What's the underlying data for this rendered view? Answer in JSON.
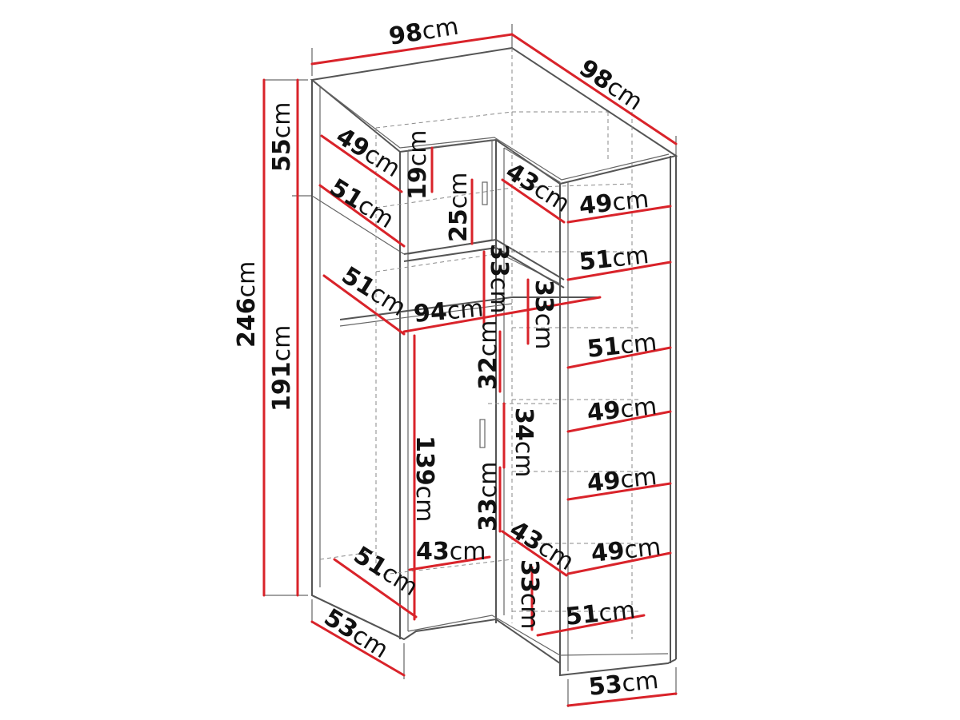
{
  "colors": {
    "dimension_line": "#d9232a",
    "edges": "#555555",
    "hidden_lines": "#8a8a8a",
    "text": "#111111"
  },
  "unit": "cm",
  "dimensions": {
    "top_width_left": "98",
    "top_width_right": "98",
    "total_height": "246",
    "upper_height": "55",
    "lower_height": "191",
    "left_top_shelf_depth": "49",
    "left_mid_shelf_depth": "51",
    "left_rail_depth": "51",
    "left_bottom_depth": "51",
    "left_base_depth": "53",
    "right_base_depth": "53",
    "upper_compartment_small": "19",
    "upper_compartment_door": "25",
    "hanging_rail_width": "94",
    "inner_height_1": "33",
    "inner_height_2": "33",
    "inner_height_3": "32",
    "inner_height_4": "34",
    "inner_height_5": "33",
    "inner_height_6": "33",
    "long_compartment_height": "139",
    "corner_shelf_upper": "43",
    "corner_shelf_lower_left": "43",
    "corner_shelf_lower_right": "43",
    "right_shelf_1": "49",
    "right_shelf_2": "51",
    "right_shelf_3": "51",
    "right_shelf_4": "49",
    "right_shelf_5": "49",
    "right_shelf_6": "49",
    "right_shelf_7": "51"
  }
}
